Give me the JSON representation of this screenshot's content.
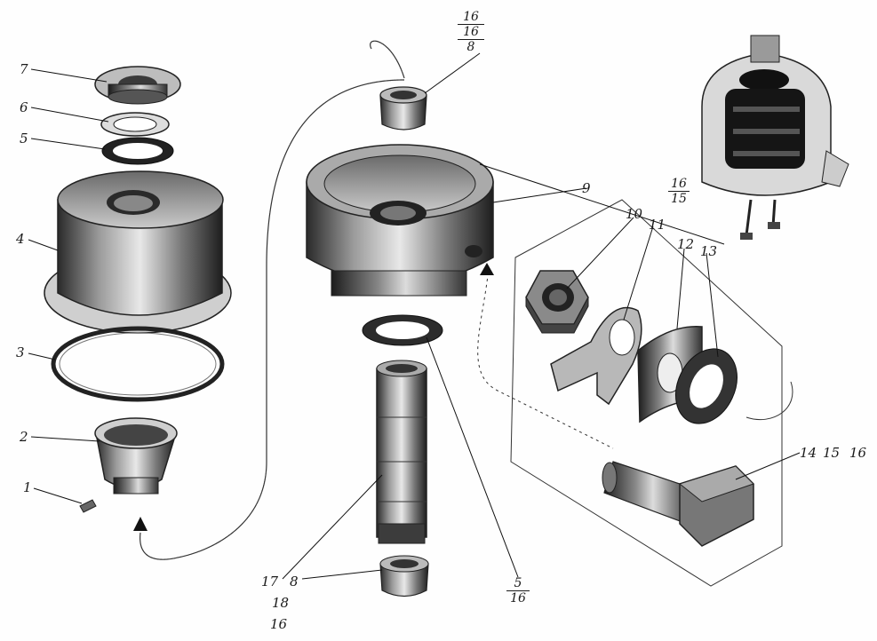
{
  "labels": {
    "l1": "1",
    "l2": "2",
    "l3": "3",
    "l4": "4",
    "l5": "5",
    "l6": "6",
    "l7": "7",
    "l9": "9",
    "l10": "10",
    "l11": "11",
    "l12": "12",
    "l13": "13",
    "l14": "14",
    "l14_15": "15",
    "l14_16": "16",
    "l17": "17",
    "l17_8": "8",
    "l17_18": "18",
    "l17_16": "16",
    "l5b_top": "5",
    "l5b_bot": "16",
    "l16_top_a": "16",
    "l16_top_b": "16",
    "l16_top_c": "8",
    "l_right_16": "16",
    "l_right_15": "15"
  }
}
